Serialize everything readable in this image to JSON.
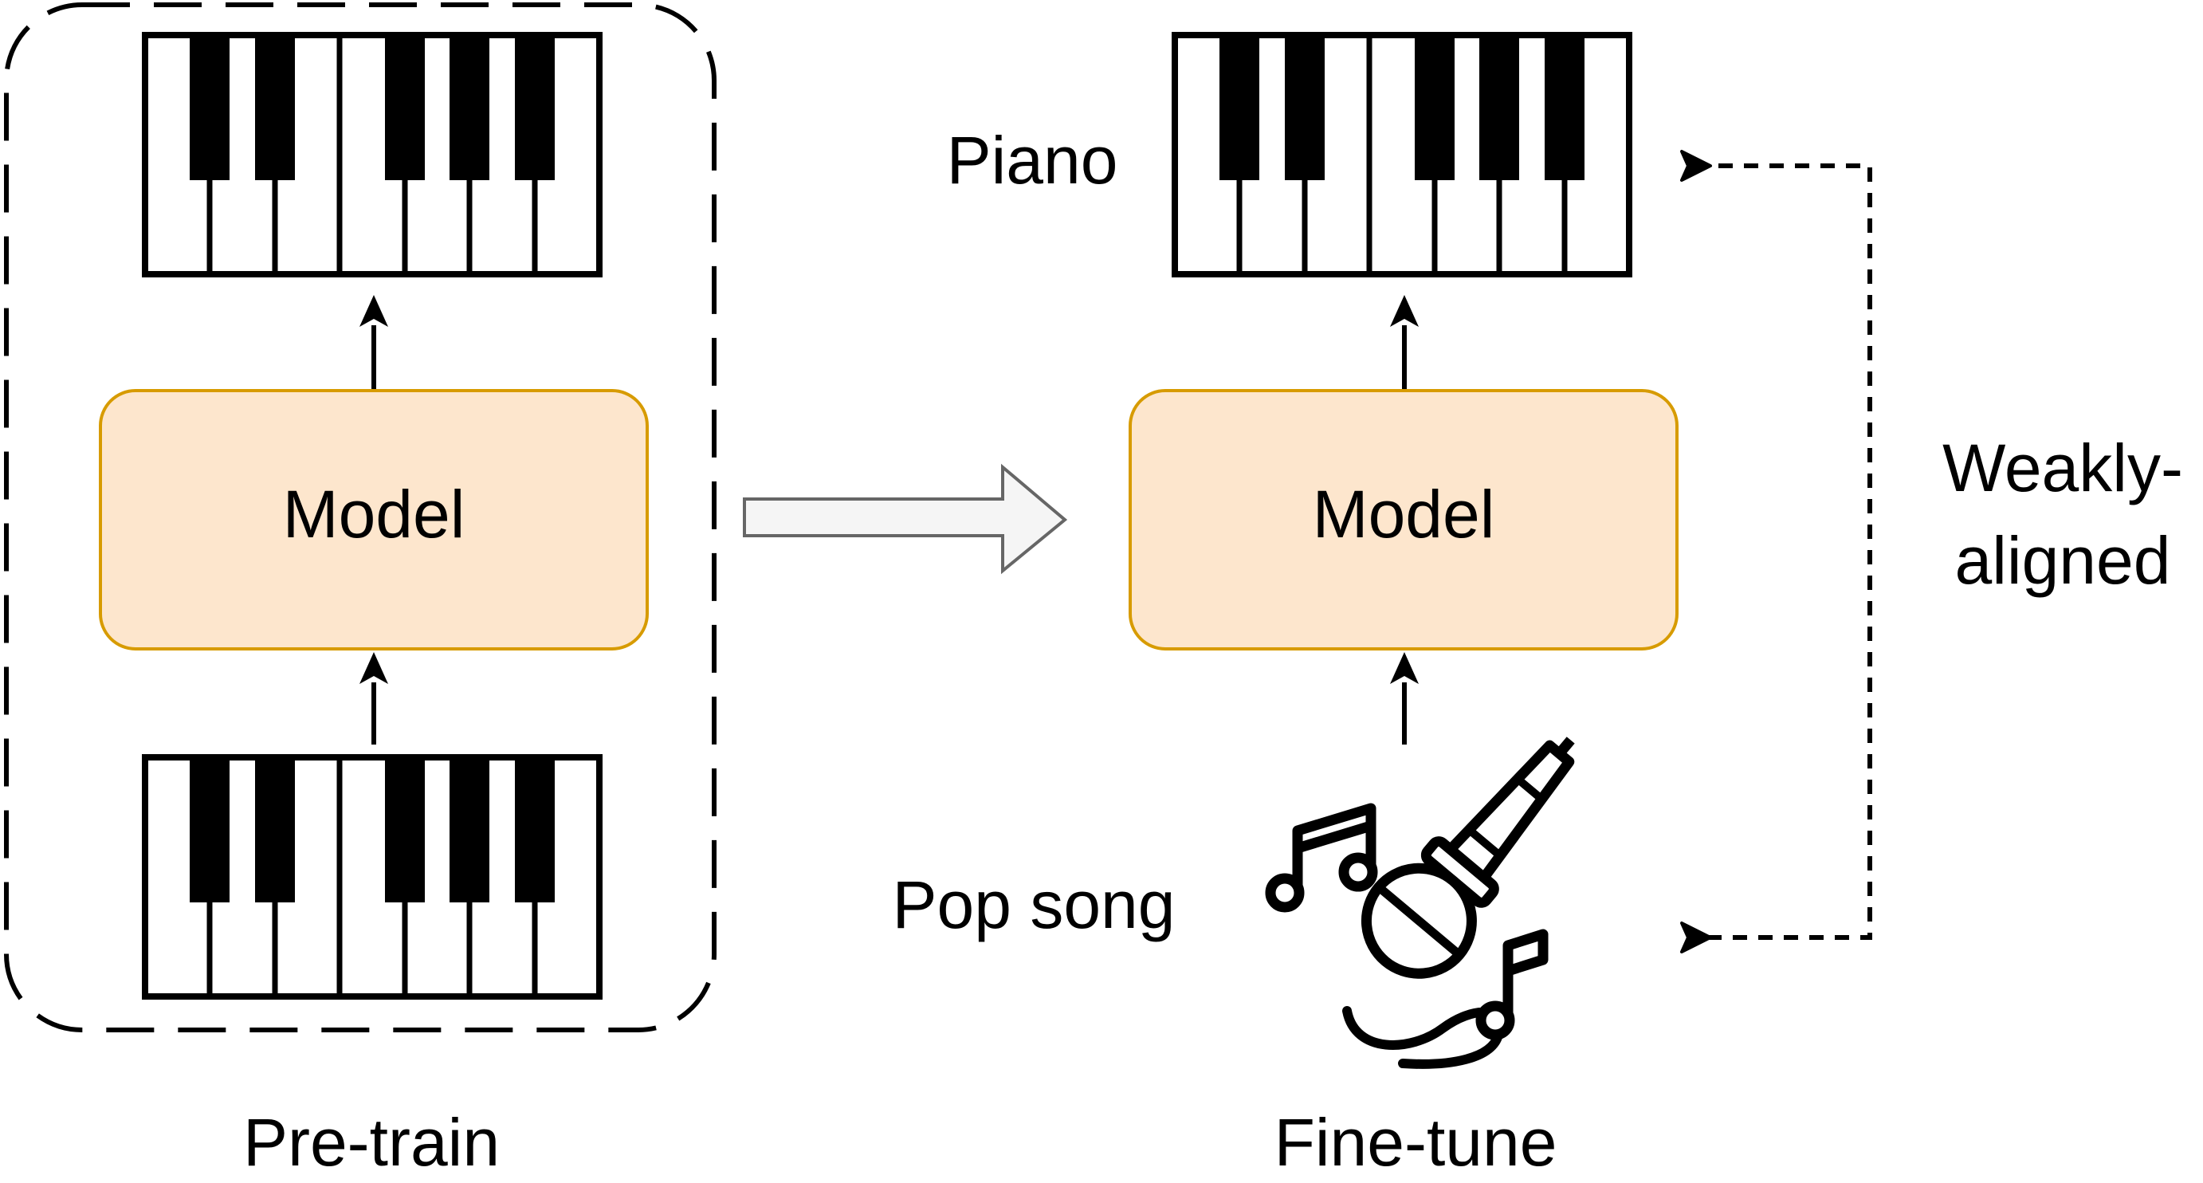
{
  "labels": {
    "pretrain": "Pre-train",
    "finetune": "Fine-tune",
    "model_left": "Model",
    "model_right": "Model",
    "piano": "Piano",
    "pop_song": "Pop song",
    "weakly_line1": "Weakly-",
    "weakly_line2": "aligned"
  },
  "colors": {
    "model_fill": "#fde6cd",
    "model_border": "#d79b00",
    "transfer_arrow_fill": "#f5f5f5",
    "transfer_arrow_stroke": "#666666",
    "line": "#000000"
  },
  "icons": {
    "keyboard": "piano-keyboard-icon",
    "singer": "karaoke-microphone-icon",
    "notes": "music-note-icon"
  }
}
